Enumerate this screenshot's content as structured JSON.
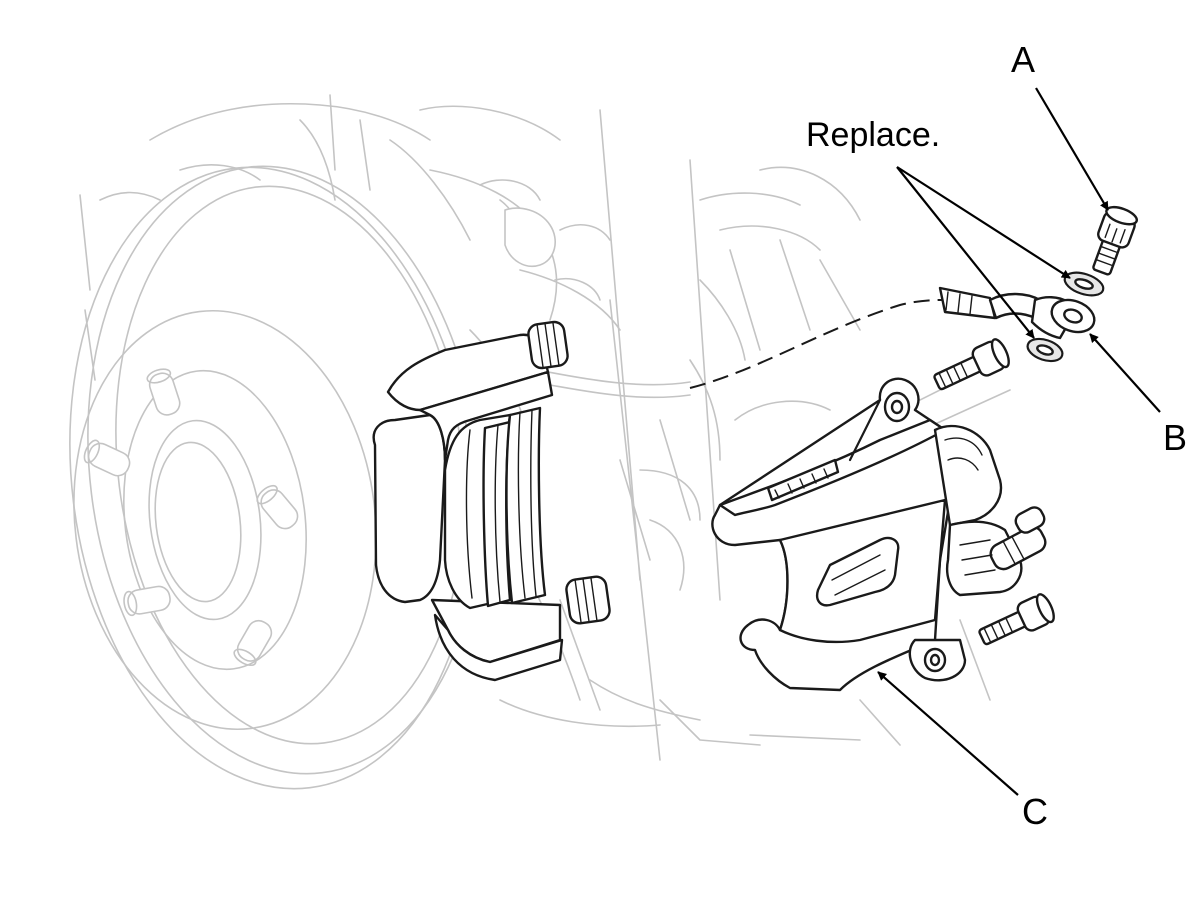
{
  "labels": {
    "a": "A",
    "b": "B",
    "c": "C",
    "replace_note": "Replace."
  },
  "colors": {
    "ink": "#1a1a1a",
    "ghost_lines": "#c4c4c4",
    "background": "#ffffff"
  }
}
